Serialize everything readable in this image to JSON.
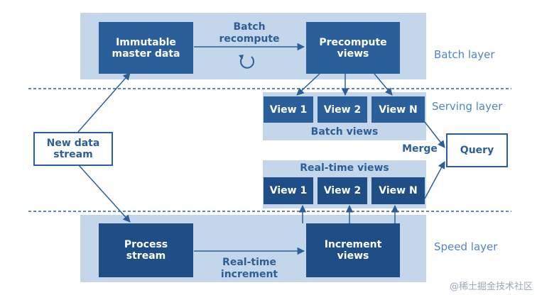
{
  "nodes": {
    "immutable_master_data": "Immutable\nmaster data",
    "precompute_views": "Precompute\nviews",
    "new_data_stream": "New data\nstream",
    "query": "Query",
    "process_stream": "Process\nstream",
    "increment_views": "Increment\nviews"
  },
  "batch_views": {
    "caption": "Batch views",
    "items": [
      "View 1",
      "View 2",
      "View N"
    ]
  },
  "realtime_views": {
    "caption": "Real-time views",
    "items": [
      "View 1",
      "View 2",
      "View N"
    ]
  },
  "edge_labels": {
    "batch_recompute": "Batch\nrecompute",
    "realtime_increment": "Real-time\nincrement",
    "merge": "Merge"
  },
  "layers": {
    "batch": "Batch layer",
    "serving": "Serving layer",
    "speed": "Speed layer"
  },
  "watermark": "@稀土掘金技术社区",
  "colors": {
    "panel": "#c4d6ea",
    "box": "#2b5f99",
    "box_dark": "#1e4e85",
    "text_layer": "#4f86c6"
  }
}
